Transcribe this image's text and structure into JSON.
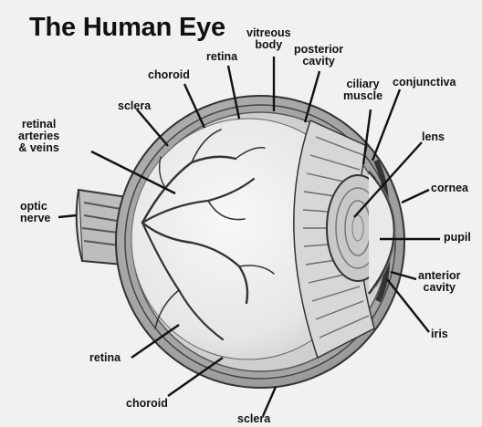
{
  "title": "The Human Eye",
  "labels": {
    "vitreous_body": "vitreous\nbody",
    "posterior_cavity": "posterior\ncavity",
    "retina_top": "retina",
    "choroid_top": "choroid",
    "sclera_top": "sclera",
    "ciliary_muscle": "ciliary\nmuscle",
    "conjunctiva": "conjunctiva",
    "retinal_vessels": "retinal\narteries\n& veins",
    "lens": "lens",
    "cornea": "cornea",
    "optic_nerve": "optic\nnerve",
    "pupil": "pupil",
    "anterior_cavity": "anterior\ncavity",
    "iris": "iris",
    "retina_bottom": "retina",
    "choroid_bottom": "choroid",
    "sclera_bottom": "sclera"
  }
}
